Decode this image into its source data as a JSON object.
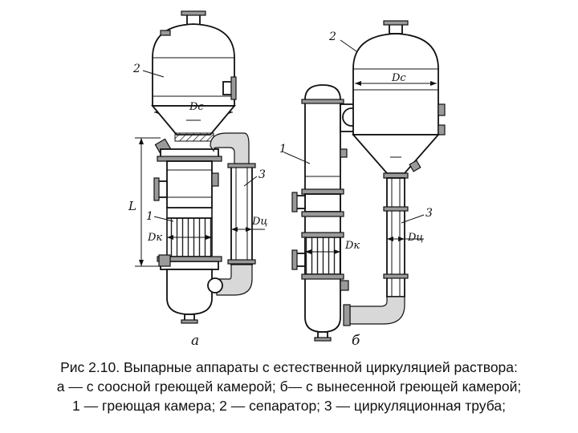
{
  "figure": {
    "labels_a": {
      "separator": "2",
      "dc": "Dс",
      "length": "L",
      "chamber": "1",
      "dk": "Dк",
      "pipe": "3",
      "dc_pipe": "Dц",
      "variant": "а"
    },
    "labels_b": {
      "separator": "2",
      "dc": "Dс",
      "chamber": "1",
      "dk": "Dк",
      "pipe": "3",
      "dc_pipe": "Dц",
      "variant": "б"
    }
  },
  "caption": {
    "line1": "Рис 2.10. Выпарные аппараты с естественной циркуляцией раствора:",
    "line2": "а — с соосной греющей камерой; б— с вынесенной греющей камерой;",
    "line3": "1 — греющая камера; 2 — сепаратор; 3 — циркуляционная труба;"
  }
}
